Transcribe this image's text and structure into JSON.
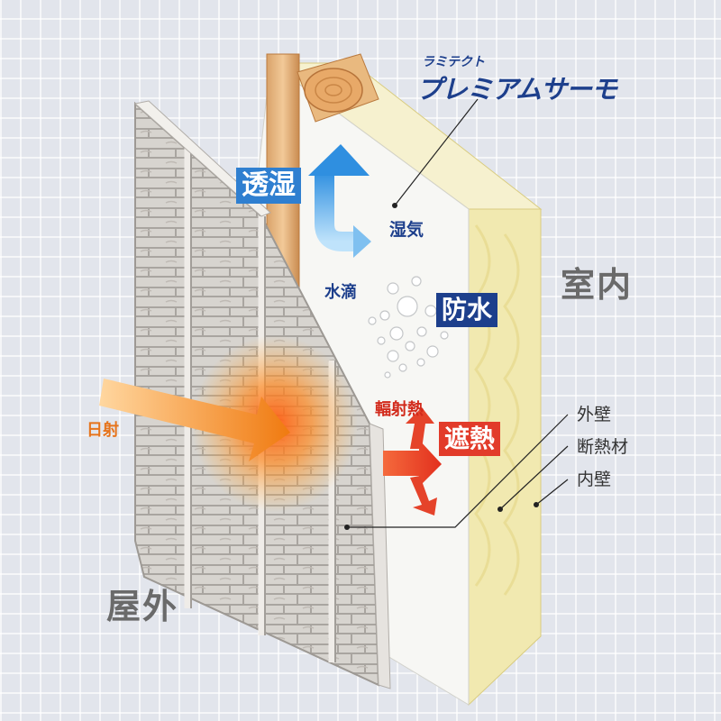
{
  "brand": {
    "line1": "ラミテクト",
    "line2": "プレミアムサーモ"
  },
  "labels": {
    "moisture_permeable": "透湿",
    "humidity": "湿気",
    "water_drops": "水滴",
    "waterproof": "防水",
    "radiant_heat": "輻射熱",
    "heat_shield": "遮熱",
    "sunlight": "日射",
    "indoor": "室内",
    "outdoor": "屋外"
  },
  "legend": {
    "items": [
      "外壁",
      "断熱材",
      "内壁"
    ]
  },
  "colors": {
    "blue_label": "#2f7fd0",
    "navy_label": "#1d3f8c",
    "red_label": "#e23b2a",
    "sun_arrow": "#f08a1c",
    "insulation": "#f1e9b0"
  }
}
